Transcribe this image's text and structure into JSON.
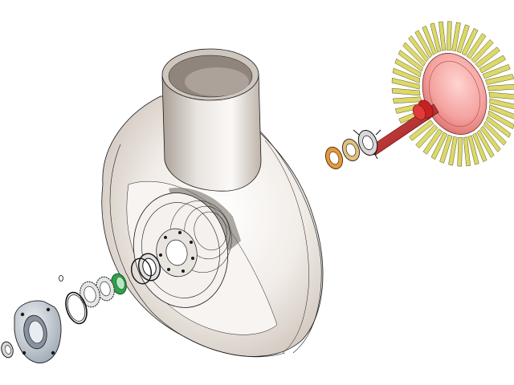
{
  "view": {
    "background": "#ffffff",
    "kind": "exploded-assembly",
    "outline_color": "#1a1a1a"
  },
  "parts": [
    {
      "id": "volute-casing",
      "color": "#efe9e4"
    },
    {
      "id": "inlet-pipe",
      "color": "#e6e1dc"
    },
    {
      "id": "casing-back-plate",
      "color": "#f4f1ee"
    },
    {
      "id": "turbine-rotor-disc",
      "color": "#f4a3a0"
    },
    {
      "id": "turbine-blades",
      "color": "#dcd86a"
    },
    {
      "id": "rotor-shaft",
      "color": "#cc2a2a"
    },
    {
      "id": "bearing-spider-ring",
      "color": "#d8d8d8"
    },
    {
      "id": "bearing-ring-yellow",
      "color": "#e2c27a"
    },
    {
      "id": "bearing-ring-orange",
      "color": "#e39a3c"
    },
    {
      "id": "front-flange-cover",
      "color": "#c9d2dd"
    },
    {
      "id": "small-bearing",
      "color": "#d6d9dc"
    },
    {
      "id": "o-ring",
      "color": "#111111"
    },
    {
      "id": "gear-washer",
      "color": "#e4e6e8"
    },
    {
      "id": "seal-ring-green",
      "color": "#2fa34a"
    },
    {
      "id": "retaining-ring",
      "color": "#e0e0e0"
    },
    {
      "id": "small-pin",
      "color": "#ffffff"
    }
  ]
}
